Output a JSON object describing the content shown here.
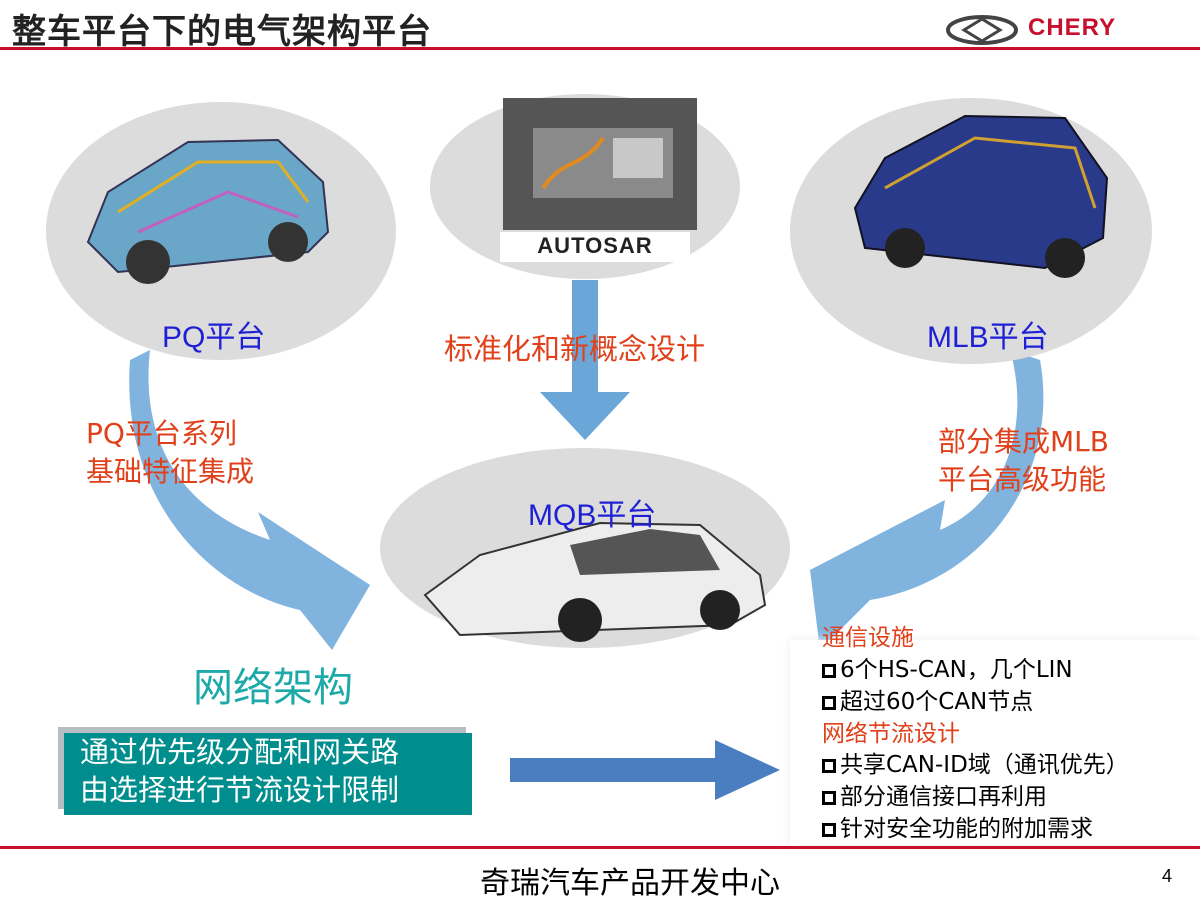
{
  "header": {
    "title": "整车平台下的电气架构平台",
    "logo_text": "CHERY"
  },
  "diagram": {
    "pq": {
      "label": "PQ平台",
      "desc_line1": "PQ平台系列",
      "desc_line2": "基础特征集成"
    },
    "autosar": {
      "logo_text": "AUTOSAR",
      "label": "标准化和新概念设计"
    },
    "mlb": {
      "label": "MLB平台",
      "desc_line1": "部分集成MLB",
      "desc_line2": "平台高级功能"
    },
    "mqb": {
      "label": "MQB平台"
    },
    "network": {
      "label": "网络架构",
      "box_line1": "通过优先级分配和网关路",
      "box_line2": "由选择进行节流设计限制"
    },
    "info": {
      "heading1": "通信设施",
      "items1": [
        "6个HS-CAN，几个LIN",
        "超过60个CAN节点"
      ],
      "heading2": "网络节流设计",
      "items2": [
        "共享CAN-ID域（通讯优先）",
        "部分通信接口再利用",
        "针对安全功能的附加需求"
      ]
    }
  },
  "footer": {
    "center": "奇瑞汽车产品开发中心",
    "page": "4"
  },
  "colors": {
    "accent_red": "#c8102e",
    "label_blue": "#1f1fd6",
    "label_orange": "#e0401a",
    "teal": "#008d8d",
    "arrow_blue": "#6aa6d8"
  }
}
